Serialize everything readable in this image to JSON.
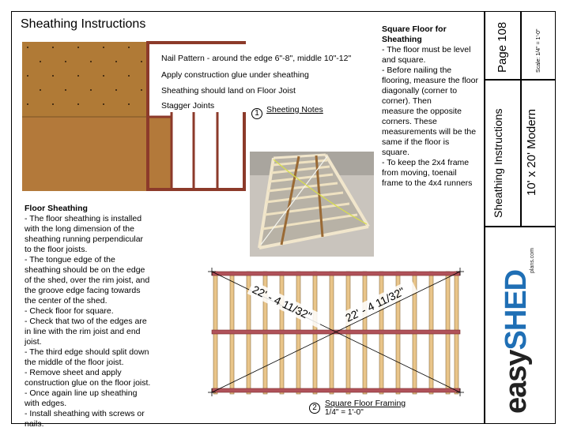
{
  "page_title": "Sheathing Instructions",
  "plan_notes": [
    "Nail Pattern - around the edge 6\"-8\", middle 10\"-12\"",
    "Apply construction glue under sheathing",
    "Sheathing should land on Floor Joist",
    "Stagger  Joints"
  ],
  "callouts": {
    "sheeting_notes": {
      "number": "1",
      "label": "Sheeting Notes"
    },
    "square_floor_framing": {
      "number": "2",
      "label": "Square Floor Framing",
      "scale": "1/4\" = 1'-0\""
    }
  },
  "diagonal_measurements": [
    "22' - 4 11/32\"",
    "22' - 4 11/32\""
  ],
  "floor_sheathing": {
    "heading": "Floor Sheathing",
    "lines": [
      "- The floor sheathing is installed",
      "with the long dimension of the",
      "sheathing running perpendicular",
      "to the floor joists.",
      "- The tongue edge of the",
      "sheathing should be on the edge",
      "of the shed, over the rim joist, and",
      "the groove edge facing towards",
      "the center of the shed.",
      "- Check floor for square.",
      "- Check that two of the edges are",
      "in line with the rim joist and end",
      "joist.",
      "- The third edge should split down",
      "the middle of the floor joist.",
      "- Remove sheet and apply",
      "construction glue on the floor joist.",
      "- Once again line up sheathing",
      "with edges.",
      "- Install sheathing with screws or",
      "nails."
    ]
  },
  "square_floor": {
    "heading_lines": [
      "Square Floor for",
      "Sheathing"
    ],
    "lines": [
      "- The floor must be level",
      "and square.",
      "- Before nailing the",
      "flooring, measure the floor",
      "diagonally (corner to",
      "corner). Then",
      "measure the opposite",
      "corners. These",
      "measurements will be the",
      "same if the floor is",
      "square.",
      "- To keep the 2x4 frame",
      "from moving, toenail",
      "frame to the 4x4 runners"
    ]
  },
  "title_block": {
    "page": "Page 108",
    "scale": "Scale:  1/4\" = 1'-0\"",
    "doc_title": "Sheathing Instructions",
    "model": "10' x 20' Modern",
    "brand_easy": "easy",
    "brand_shed": "SHED",
    "brand_site": "plans.com"
  },
  "colors": {
    "osb": "#b07a36",
    "lumber_red": "#8c3a2a",
    "joist": "#e9c58a",
    "brand_blue": "#1f6fb5"
  }
}
